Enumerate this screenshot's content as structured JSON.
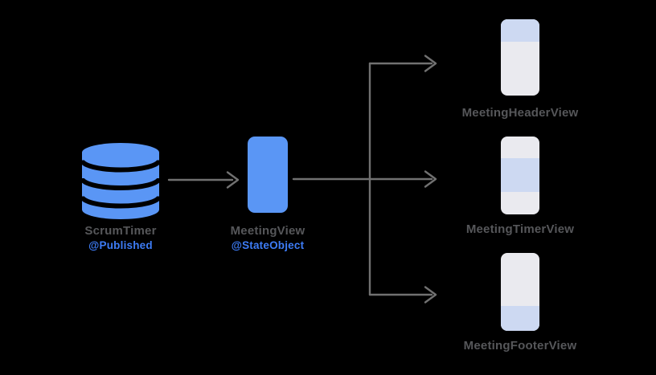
{
  "colors": {
    "background": "#000000",
    "shape_blue": "#5A96F5",
    "attr_blue": "#3D7CF6",
    "label_gray": "#56575A",
    "arrow_gray": "#717171",
    "phone_body": "#EAEAEF",
    "phone_accent": "#CDD9F2"
  },
  "source": {
    "icon": "database-cylinder-icon",
    "label": "ScrumTimer",
    "attribute": "@Published"
  },
  "parent_view": {
    "icon": "phone-screen-icon",
    "label": "MeetingView",
    "attribute": "@StateObject"
  },
  "child_views": [
    {
      "icon": "phone-preview-icon",
      "label": "MeetingHeaderView",
      "highlight": "top"
    },
    {
      "icon": "phone-preview-icon",
      "label": "MeetingTimerView",
      "highlight": "middle"
    },
    {
      "icon": "phone-preview-icon",
      "label": "MeetingFooterView",
      "highlight": "bottom"
    }
  ]
}
